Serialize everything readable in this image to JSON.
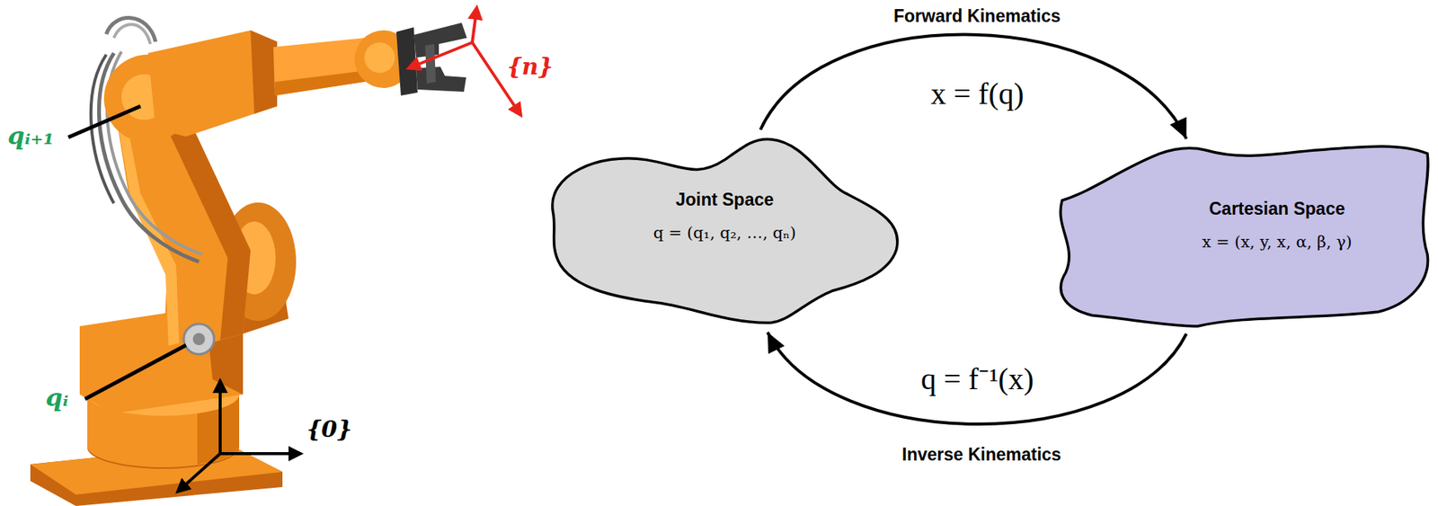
{
  "diagram": {
    "nodes": [
      {
        "text": [
          "Joint Space",
          "q = (q₁, q₂, …, qₙ)"
        ]
      },
      {
        "text": [
          "Cartesian Space",
          "x = (x, y, x, α, β, γ)"
        ]
      }
    ],
    "edges": [
      {
        "from": 0,
        "to": 1,
        "arrow": "to",
        "label": "x = f(q)"
      },
      {
        "from": 1,
        "to": 0,
        "arrow": "to",
        "label": "q = f⁻¹(x)"
      }
    ],
    "labels": [
      "Forward Kinematics",
      "Inverse Kinematics",
      "qᵢ₊₁",
      "qᵢ",
      "{n}",
      "{0}"
    ]
  }
}
